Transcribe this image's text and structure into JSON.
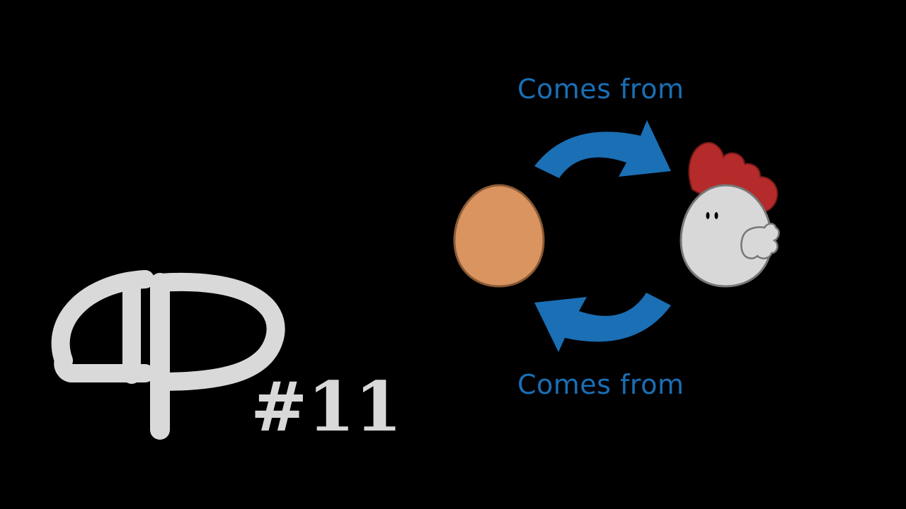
{
  "labels": {
    "top": "Comes from",
    "bottom": "Comes from"
  },
  "episode_number": "#11",
  "icons": [
    "phi-logo-icon",
    "egg-icon",
    "chicken-icon",
    "cycle-arrow-icon"
  ],
  "colors": {
    "background": "#000000",
    "arrow_blue": "#1a6fb5",
    "label_blue": "#1a6fb5",
    "egg_fill": "#d9945f",
    "egg_outline": "#8a5a36",
    "chicken_body": "#d8d8d8",
    "chicken_outline": "#777777",
    "comb_red": "#b52a2a",
    "logo_gray": "#d9d9d9"
  }
}
